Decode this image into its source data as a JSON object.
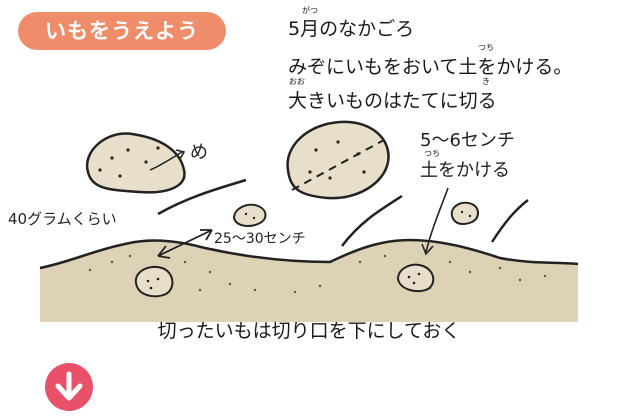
{
  "title": "いもをうえよう",
  "intro": {
    "line1": "5月のなかごろ",
    "line1_ruby": "がつ",
    "line2": "みぞにいもをおいて土をかける。",
    "line2_ruby": "つち",
    "line3": "大きいものはたてに切る",
    "line3_ruby1": "おお",
    "line3_ruby2": "き"
  },
  "labels": {
    "sprout": "め",
    "weight": "40グラムくらい",
    "spacing": "25～30センチ",
    "soil_depth": "5～6センチ",
    "soil_cover": "土をかける",
    "soil_cover_ruby": "つち"
  },
  "caption": "切ったいもは切り口を下にしておく",
  "colors": {
    "accent": "#ef8d6a",
    "soil": "#ddd2b6",
    "potato": "#e7dfca",
    "arrow_button": "#e9506a"
  },
  "icons": {
    "down_button": "down-arrow-icon"
  }
}
